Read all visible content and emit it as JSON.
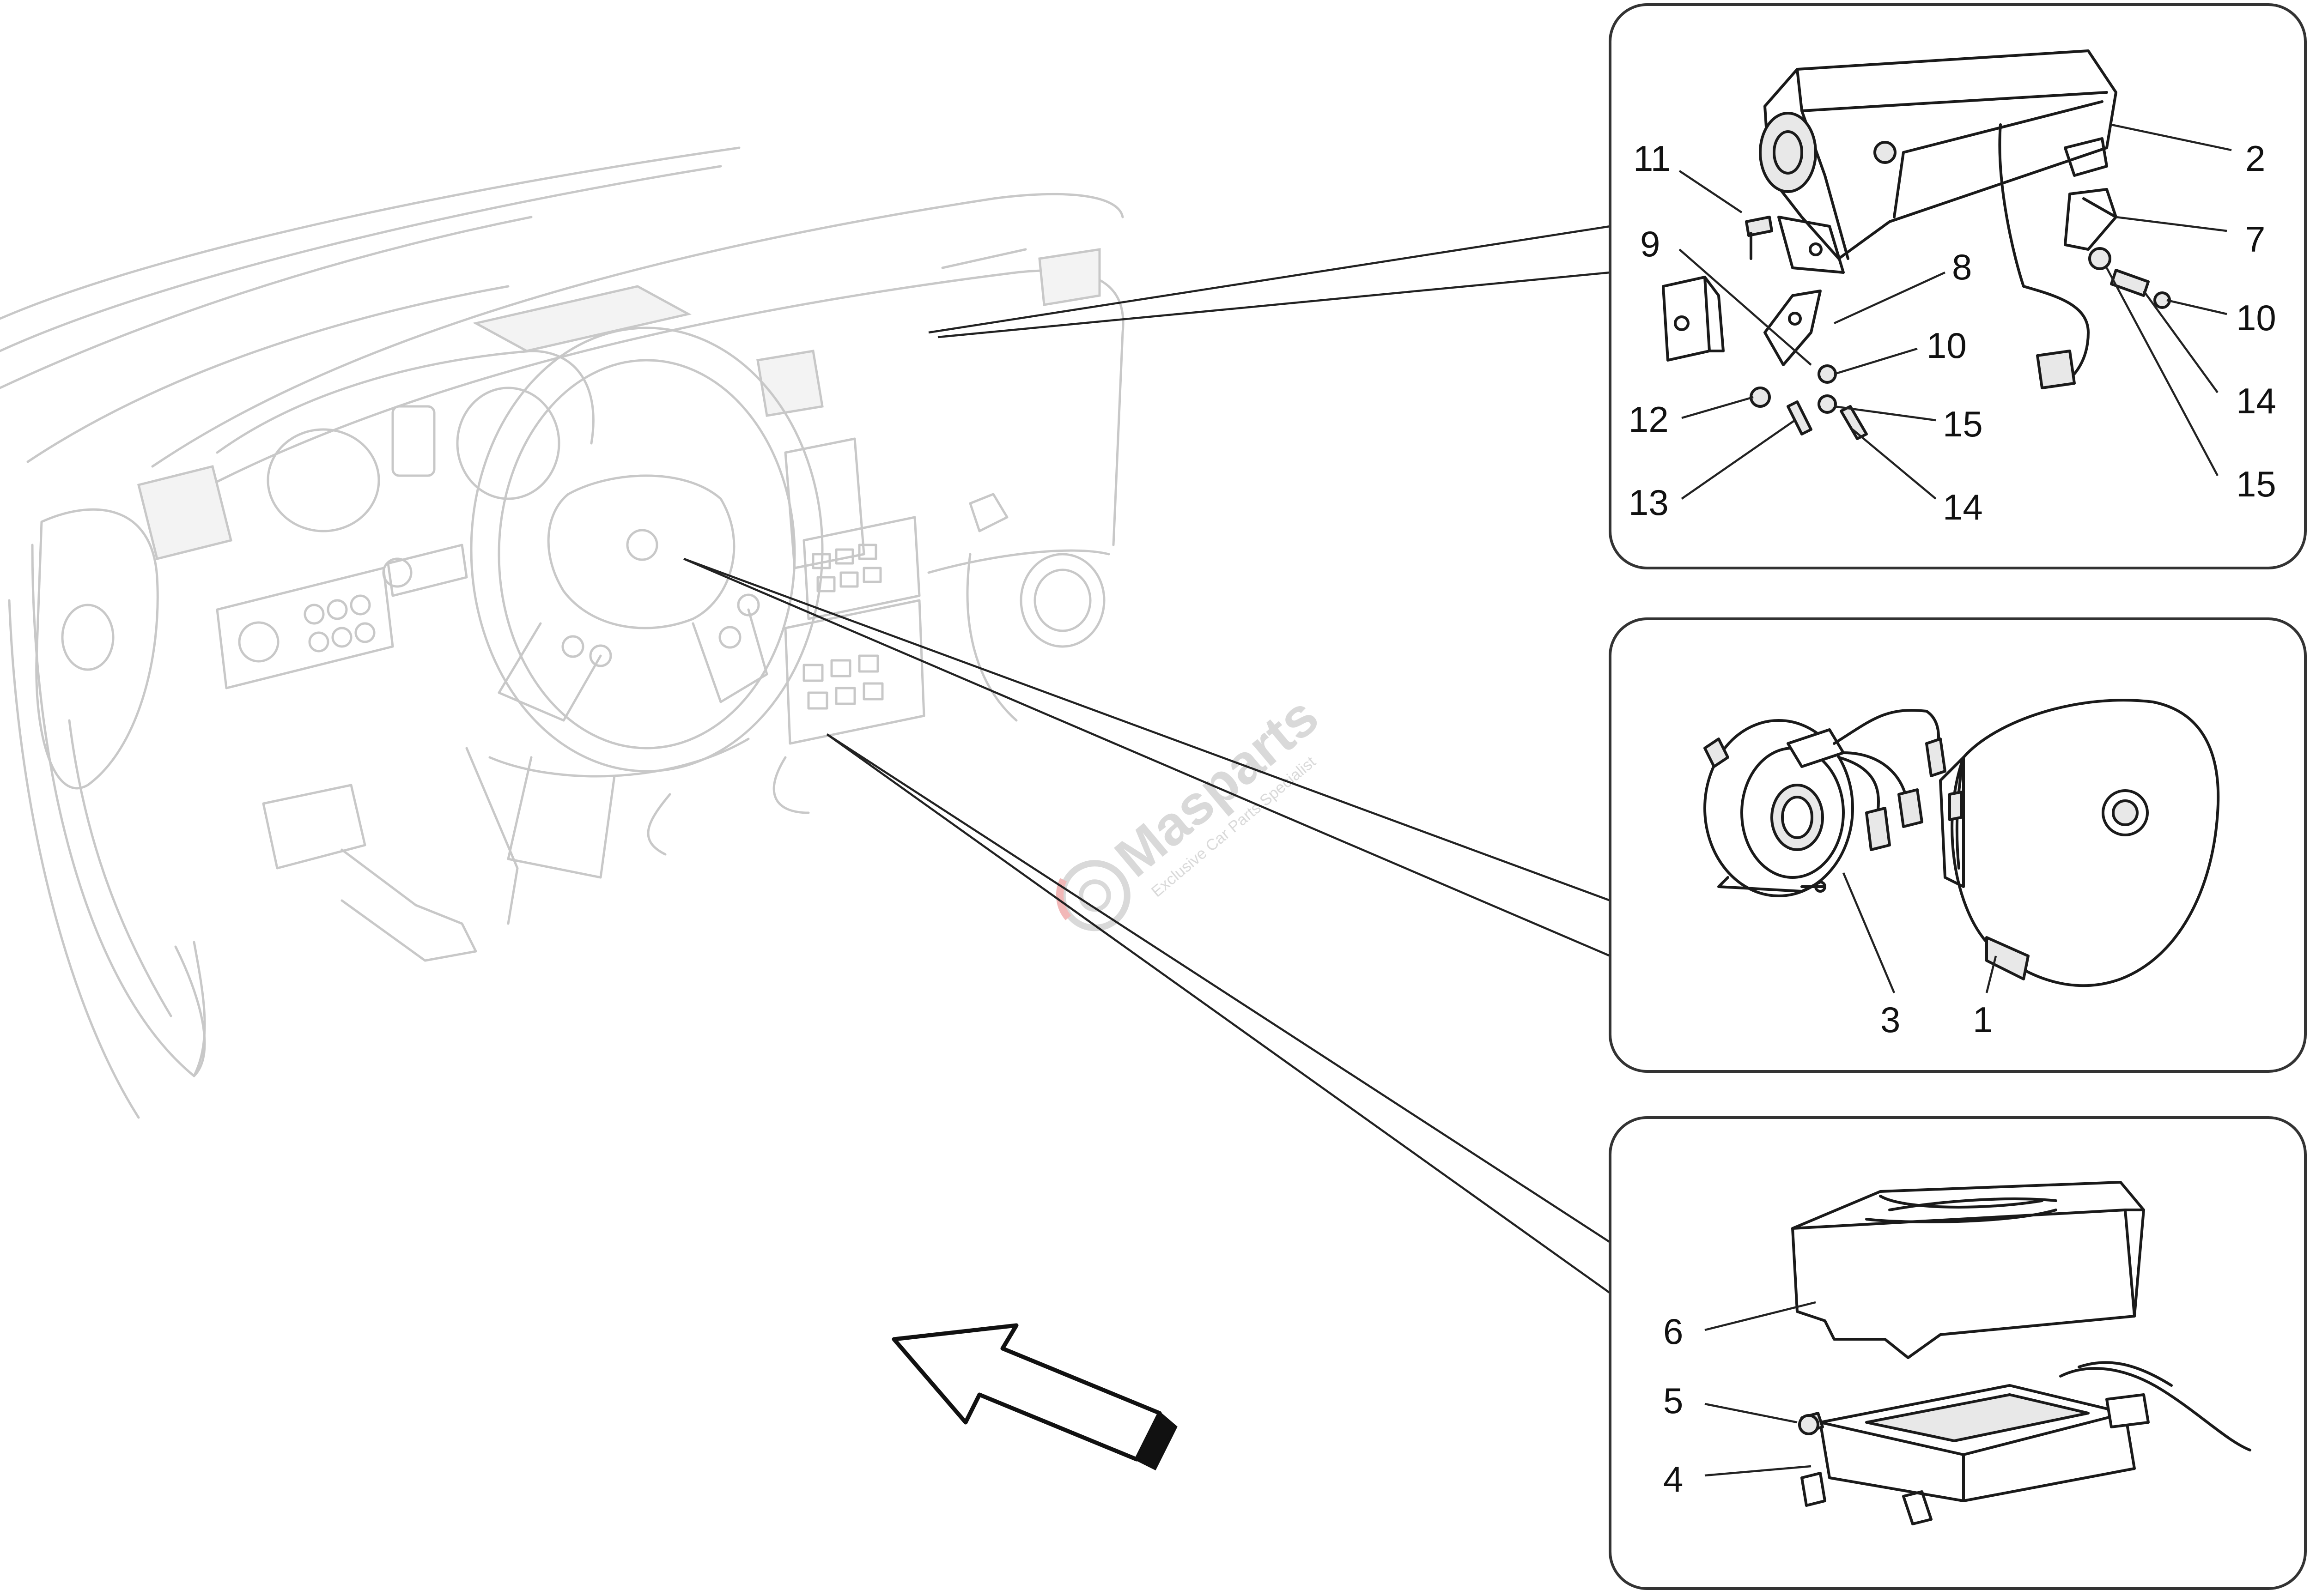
{
  "watermark": {
    "brand": "Masparts",
    "tagline": "Exclusive Car Parts Specialist"
  },
  "colors": {
    "line": "#1a1a1a",
    "faint_line": "#c8c8c8",
    "watermark": "#d9d9d9",
    "watermark_accent": "#f2b8b8"
  },
  "panels": {
    "passenger_airbag": {
      "callouts": [
        "11",
        "9",
        "8",
        "12",
        "13",
        "10",
        "15",
        "14",
        "2",
        "7",
        "10",
        "14",
        "15"
      ]
    },
    "driver_airbag": {
      "callouts": [
        "3",
        "1"
      ]
    },
    "control_unit": {
      "callouts": [
        "6",
        "5",
        "4"
      ]
    }
  },
  "direction_arrow": {
    "icon": "forward-arrow-icon"
  }
}
